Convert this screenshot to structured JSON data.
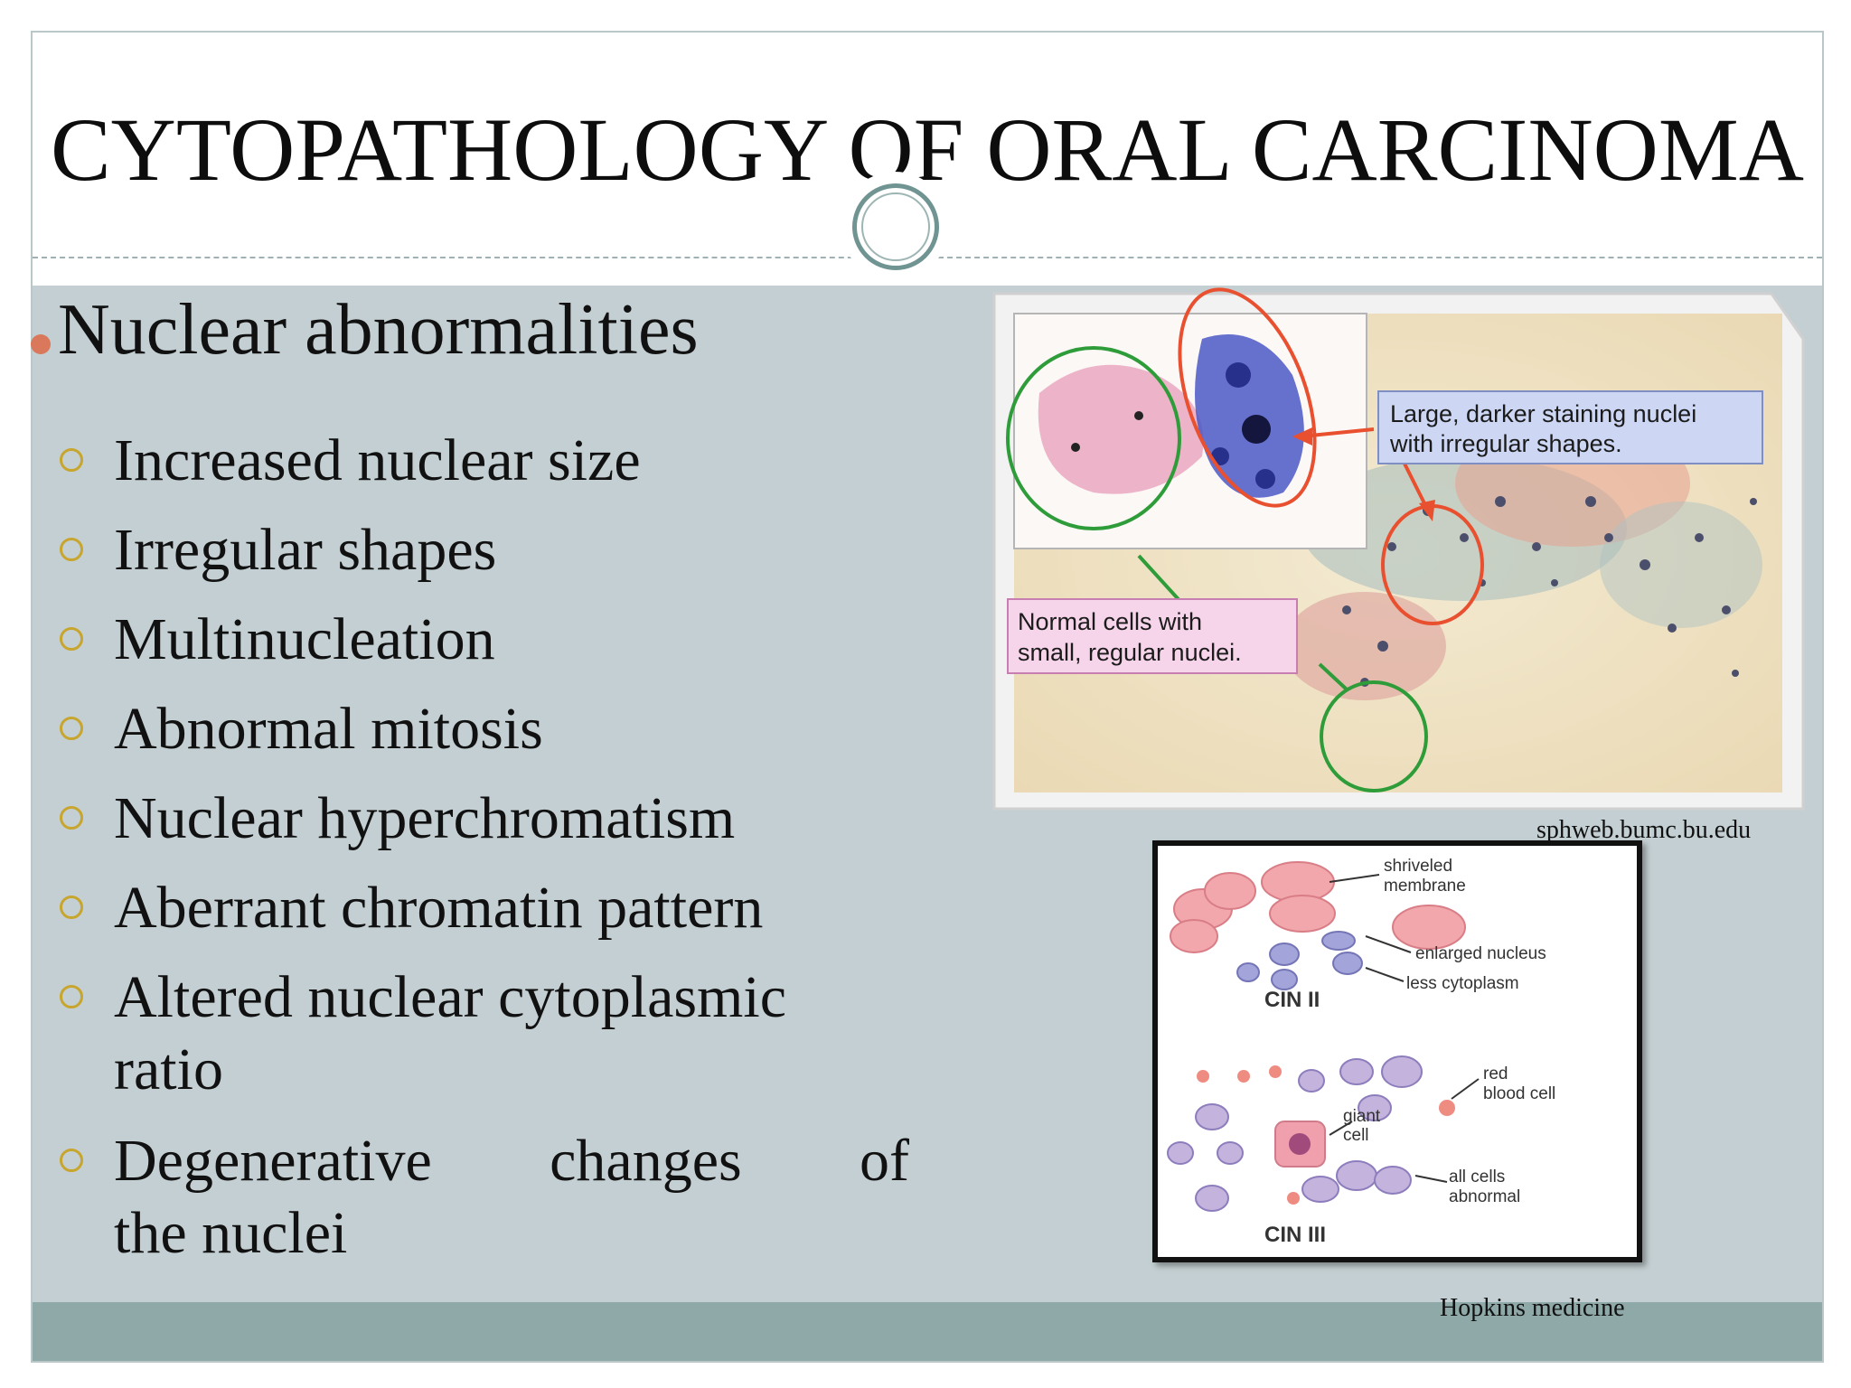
{
  "slide": {
    "title": "CYTOPATHOLOGY OF ORAL CARCINOMA",
    "main_bullet": "Nuclear abnormalities",
    "sub_bullets": [
      "Increased nuclear size",
      "Irregular shapes",
      "Multinucleation",
      "Abnormal mitosis",
      "Nuclear hyperchromatism",
      "Aberrant chromatin pattern",
      "Altered nuclear cytoplasmic ratio",
      "Degenerative changes of the nuclei"
    ],
    "altered_line1": "Altered nuclear cytoplasmic",
    "altered_line2": "ratio",
    "degenerative_words": [
      "Degenerative",
      "changes",
      "of"
    ],
    "degenerative_line2": "the nuclei"
  },
  "figure1": {
    "label_large": "Large, darker staining nuclei",
    "label_large_2": "with irregular shapes.",
    "label_normal": "Normal cells with",
    "label_normal_2": "small, regular nuclei.",
    "credit": "sphweb.bumc.bu.edu"
  },
  "figure2": {
    "label_shriveled": "shriveled",
    "label_membrane": "membrane",
    "label_enlarged": "enlarged nucleus",
    "label_less": "less cytoplasm",
    "label_cin2": "CIN II",
    "label_red": "red",
    "label_blood": "blood cell",
    "label_giant": "giant",
    "label_cell": "cell",
    "label_all": "all cells",
    "label_abnormal": "abnormal",
    "label_cin3": "CIN III",
    "credit": "Hopkins medicine"
  },
  "colors": {
    "content_bg": "#c3cfd2",
    "footer_band": "#8ea9a8",
    "bullet_main": "#d9785a",
    "bullet_sub": "#c8a52d",
    "ornament": "#6f9492"
  }
}
